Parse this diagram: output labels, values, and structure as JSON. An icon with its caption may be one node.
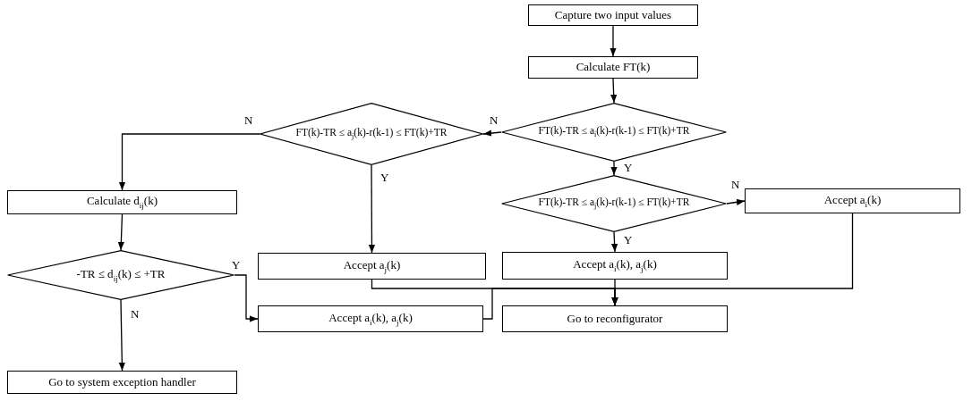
{
  "diagram": {
    "nodes": [
      {
        "text": [
          "Capture two input values"
        ]
      },
      {
        "text": [
          "Calculate FT(k)"
        ]
      },
      {
        "text": [
          "FT(k)-TR ≤ a$_{i}$(k)-r(k-1) ≤ FT(k)+TR"
        ]
      },
      {
        "text": [
          "FT(k)-TR ≤ a$_{j}$(k)-r(k-1) ≤ FT(k)+TR"
        ]
      },
      {
        "text": [
          "Calculate d$_{ij}$(k)"
        ]
      },
      {
        "text": [
          "FT(k)-TR ≤ a$_{j}$(k)-r(k-1) ≤ FT(k)+TR"
        ]
      },
      {
        "text": [
          "Accept a$_{i}$(k)"
        ]
      },
      {
        "text": [
          "-TR ≤ d$_{ij}$(k) ≤ +TR"
        ]
      },
      {
        "text": [
          "Accept a$_{j}$(k)"
        ]
      },
      {
        "text": [
          "Accept a$_{i}$(k), a$_{j}$(k)"
        ]
      },
      {
        "text": [
          "Accept a$_{i}$(k), a$_{j}$(k)"
        ]
      },
      {
        "text": [
          "Go to reconfigurator"
        ]
      },
      {
        "text": [
          "Go to system exception handler"
        ]
      }
    ],
    "edges": [
      {
        "from": 0,
        "to": 1,
        "arrow": "to"
      },
      {
        "from": 1,
        "to": 2,
        "arrow": "to"
      },
      {
        "from": 2,
        "to": 3,
        "arrow": "to",
        "label": "N"
      },
      {
        "from": 3,
        "to": 4,
        "arrow": "to",
        "label": "N"
      },
      {
        "from": 3,
        "to": 8,
        "arrow": "to",
        "label": "Y"
      },
      {
        "from": 2,
        "to": 5,
        "arrow": "to",
        "label": "Y"
      },
      {
        "from": 5,
        "to": 6,
        "arrow": "to",
        "label": "N"
      },
      {
        "from": 4,
        "to": 7,
        "arrow": "to"
      },
      {
        "from": 7,
        "to": 10,
        "arrow": "to",
        "label": "Y"
      },
      {
        "from": 7,
        "to": 12,
        "arrow": "to",
        "label": "N"
      },
      {
        "from": 5,
        "to": 9,
        "arrow": "to",
        "label": "Y"
      },
      {
        "from": 9,
        "to": 11,
        "arrow": "to"
      },
      {
        "from": 8,
        "to": 11,
        "arrow": "to"
      },
      {
        "from": 6,
        "to": 11,
        "arrow": "to"
      },
      {
        "from": 10,
        "to": 11,
        "arrow": "to"
      }
    ]
  }
}
